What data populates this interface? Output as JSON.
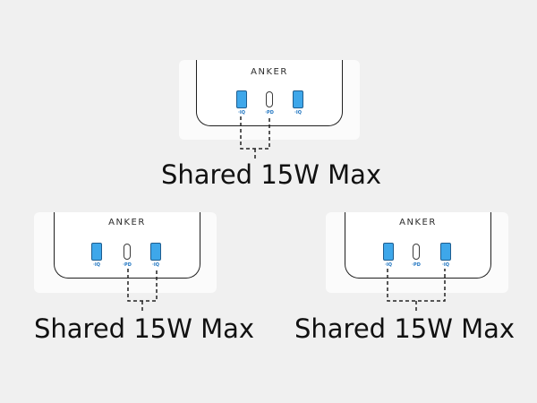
{
  "diagrams": [
    {
      "brand": "ANKER",
      "ports": [
        {
          "type": "usb-a",
          "label": "·IQ"
        },
        {
          "type": "usb-c",
          "label": "·PD"
        },
        {
          "type": "usb-a",
          "label": "·IQ"
        }
      ],
      "shared_ports": [
        "port-1",
        "port-2"
      ],
      "caption": "Shared 15W Max"
    },
    {
      "brand": "ANKER",
      "ports": [
        {
          "type": "usb-a",
          "label": "·IQ"
        },
        {
          "type": "usb-c",
          "label": "·PD"
        },
        {
          "type": "usb-a",
          "label": "·IQ"
        }
      ],
      "shared_ports": [
        "port-2",
        "port-3"
      ],
      "caption": "Shared 15W Max"
    },
    {
      "brand": "ANKER",
      "ports": [
        {
          "type": "usb-a",
          "label": "·IQ"
        },
        {
          "type": "usb-c",
          "label": "·PD"
        },
        {
          "type": "usb-a",
          "label": "·IQ"
        }
      ],
      "shared_ports": [
        "port-1",
        "port-3"
      ],
      "caption": "Shared 15W Max"
    }
  ],
  "colors": {
    "usb_a_fill": "#3ea7ea",
    "port_label": "#1e74c0",
    "device_outline": "#1f1f1f",
    "connector_line": "#222222"
  }
}
